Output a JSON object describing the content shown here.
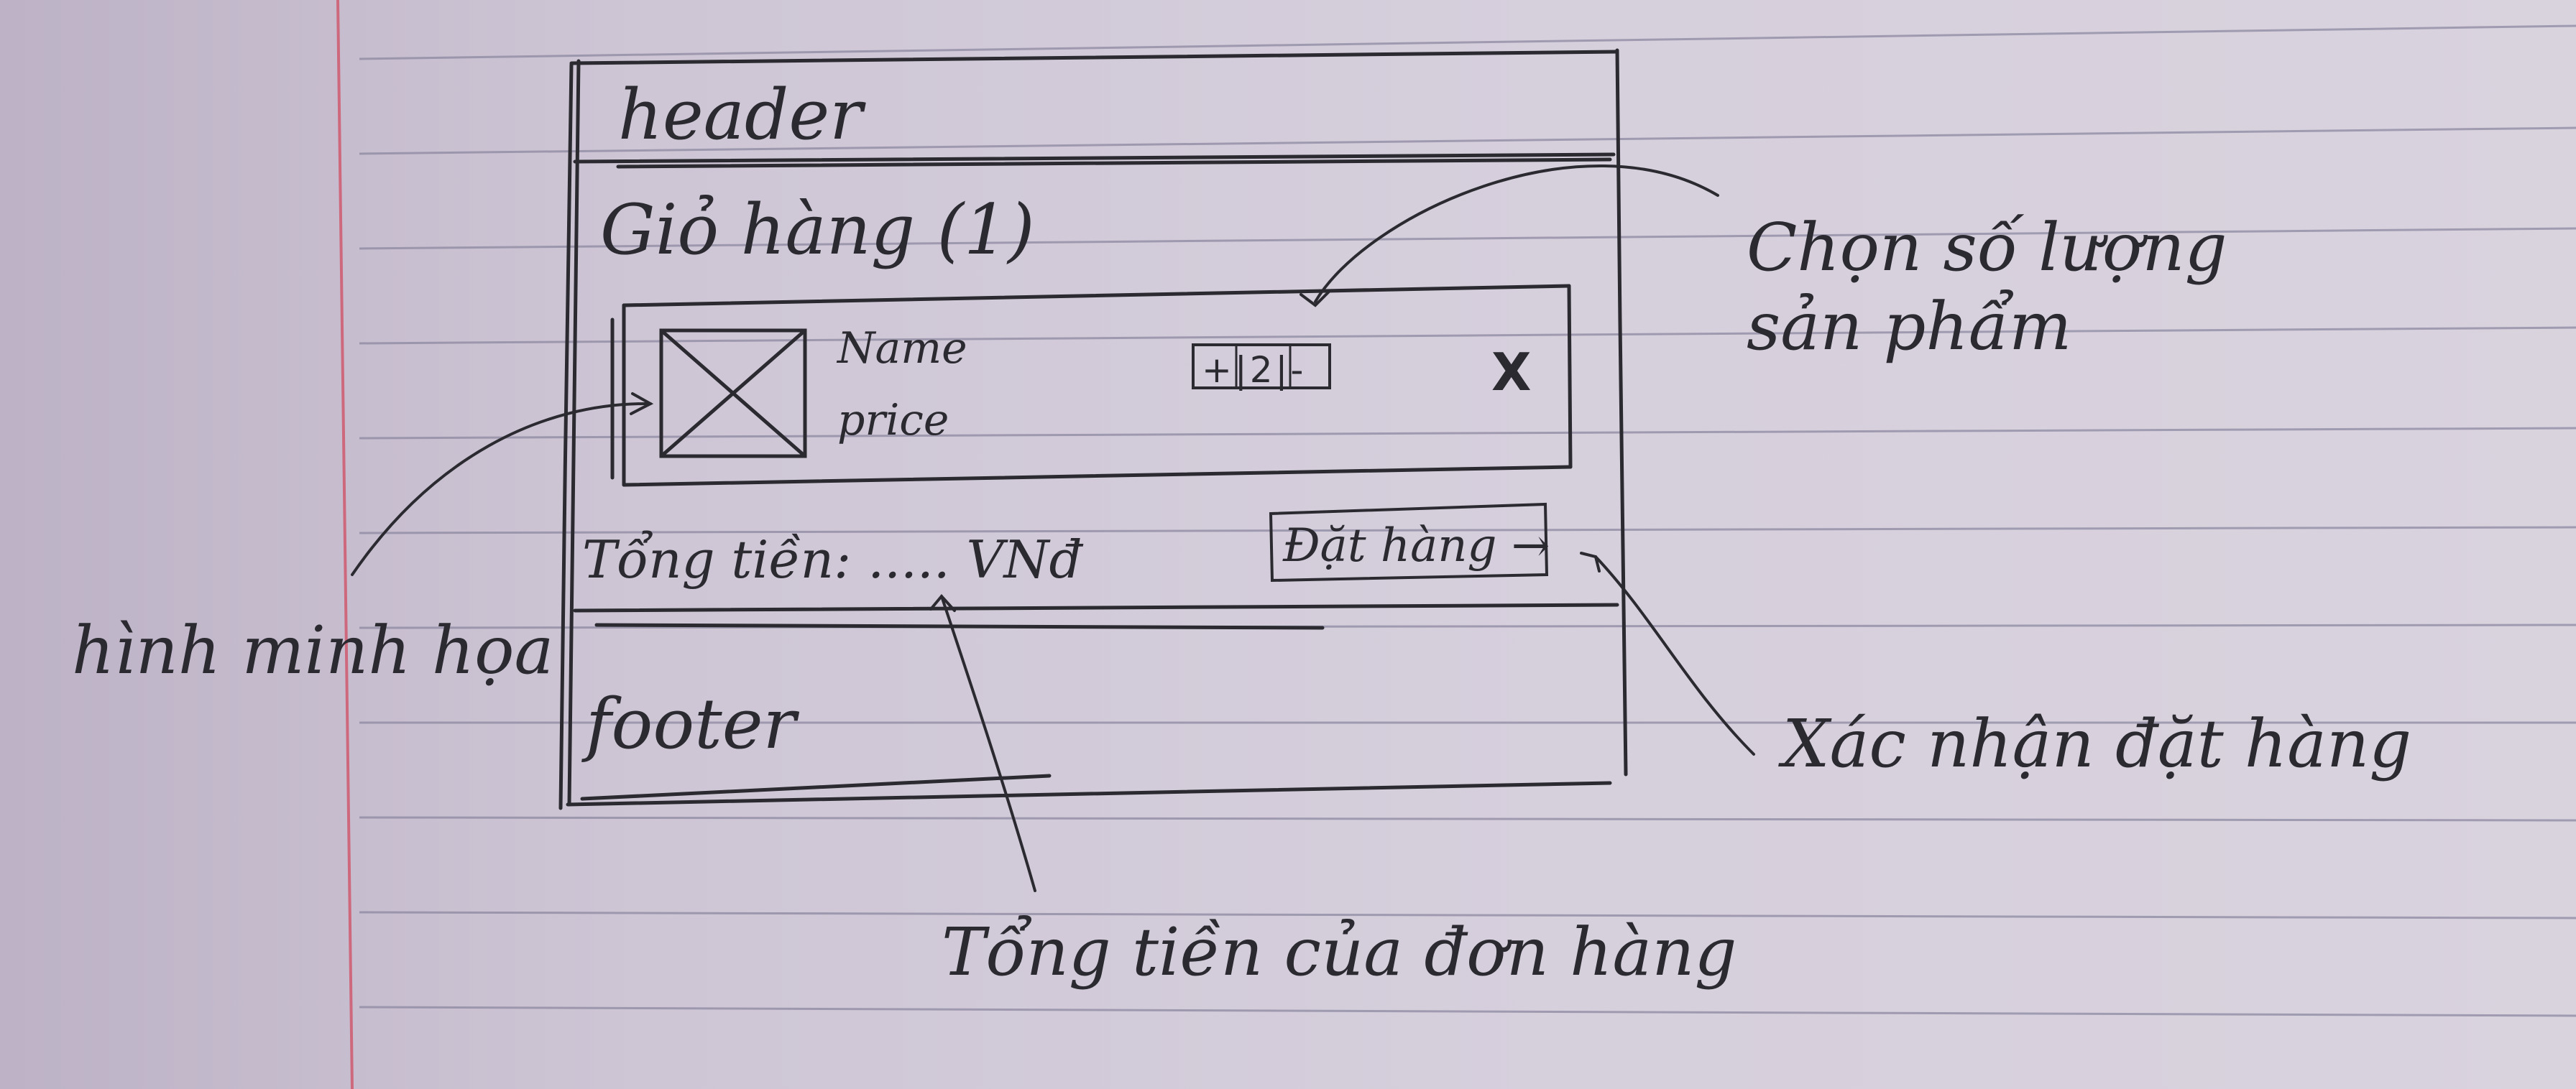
{
  "wireframe": {
    "header_label": "header",
    "cart_title": "Giỏ hàng (1)",
    "item": {
      "image_placeholder": "image-placeholder-icon",
      "name_label": "Name",
      "price_label": "price",
      "quantity_stepper": "+|2|-",
      "remove_icon": "X"
    },
    "total_label": "Tổng tiền: ..... VNđ",
    "order_button_label": "Đặt hàng →",
    "footer_label": "footer"
  },
  "annotations": {
    "quantity_note": "Chọn số lượng\nsản phẩm",
    "image_note": "hình minh họa",
    "confirm_note": "Xác nhận đặt hàng",
    "total_note": "Tổng tiền của đơn hàng"
  },
  "colors": {
    "ink": "#2a2a30",
    "paper": "#d6cfdc",
    "ruled_line": "#8c88a0",
    "margin_line": "#d05a6e"
  }
}
